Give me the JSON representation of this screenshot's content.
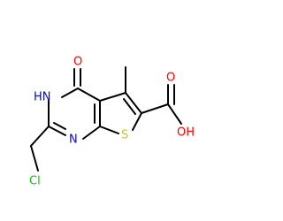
{
  "molecule": {
    "atoms": {
      "oxygen_carbonyl": {
        "label": "O",
        "color": "#ff0000"
      },
      "nitrogen_nh": {
        "label": "HN",
        "color": "#0000ff"
      },
      "nitrogen_ring": {
        "label": "N",
        "color": "#0000ff"
      },
      "sulfur": {
        "label": "S",
        "color": "#cccc00"
      },
      "chlorine": {
        "label": "Cl",
        "color": "#00cc00"
      },
      "oxygen_acid_carbonyl": {
        "label": "O",
        "color": "#ff0000"
      },
      "hydroxyl": {
        "label": "OH",
        "color": "#ff0000"
      }
    },
    "bond_color": "#000000"
  }
}
